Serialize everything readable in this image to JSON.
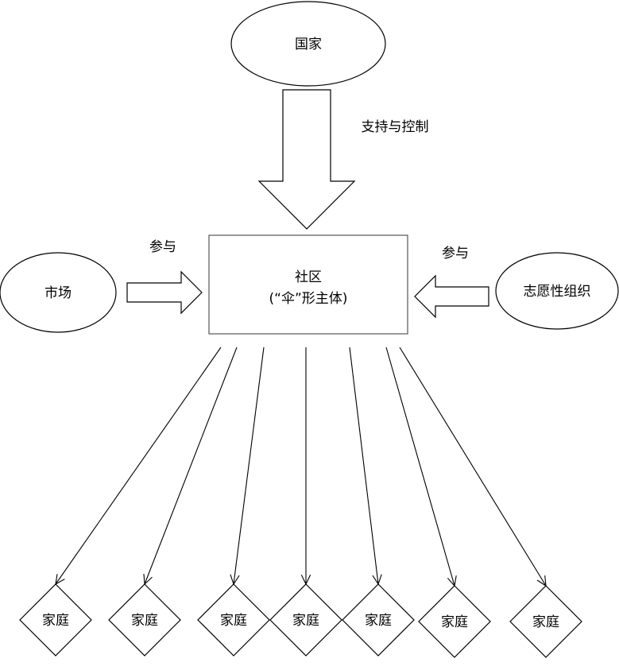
{
  "nodes": {
    "state": "国家",
    "market": "市场",
    "volunteer_org": "志愿性组织",
    "community": {
      "line1": "社区",
      "line2": "(“伞”形主体)"
    },
    "families": [
      "家庭",
      "家庭",
      "家庭",
      "家庭",
      "家庭",
      "家庭",
      "家庭"
    ]
  },
  "edges": {
    "state_to_community": "支持与控制",
    "market_to_community": "参与",
    "volunteer_to_community": "参与"
  }
}
